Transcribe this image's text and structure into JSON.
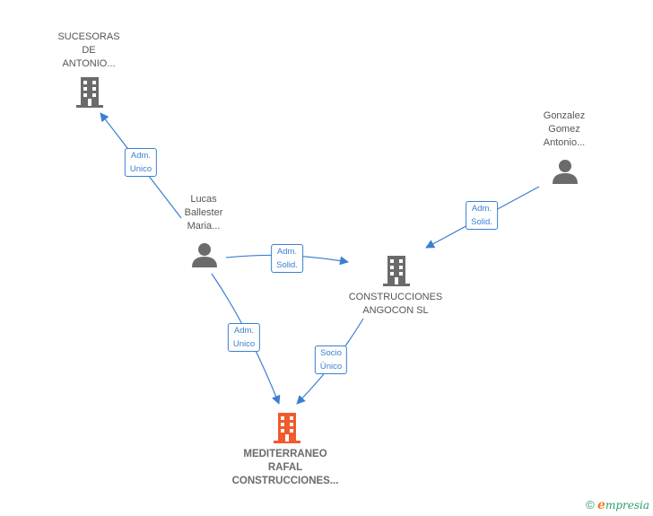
{
  "colors": {
    "edge": "#3a7fd1",
    "node_gray": "#6b6b6b",
    "node_main": "#f15a2b"
  },
  "nodes": {
    "sucesoras": {
      "lines": [
        "SUCESORAS",
        "DE",
        "ANTONIO..."
      ],
      "icon": "building-icon"
    },
    "gonzalez": {
      "lines": [
        "Gonzalez",
        "Gomez",
        "Antonio..."
      ],
      "icon": "person-icon"
    },
    "lucas": {
      "lines": [
        "Lucas",
        "Ballester",
        "Maria..."
      ],
      "icon": "person-icon"
    },
    "construcciones": {
      "lines": [
        "CONSTRUCCIONES",
        "ANGOCON SL"
      ],
      "icon": "building-icon"
    },
    "mediterraneo": {
      "lines": [
        "MEDITERRANEO",
        "RAFAL",
        "CONSTRUCCIONES..."
      ],
      "icon": "building-icon"
    }
  },
  "edges": {
    "lucas_sucesoras": [
      "Adm.",
      "Unico"
    ],
    "gonzalez_construcciones": [
      "Adm.",
      "Solid."
    ],
    "lucas_construcciones": [
      "Adm.",
      "Solid."
    ],
    "lucas_mediterraneo": [
      "Adm.",
      "Unico"
    ],
    "construcciones_mediterraneo": [
      "Socio",
      "Único"
    ]
  },
  "footer": {
    "copyright": "©",
    "brand_initial": "e",
    "brand_rest": "mpresia"
  }
}
